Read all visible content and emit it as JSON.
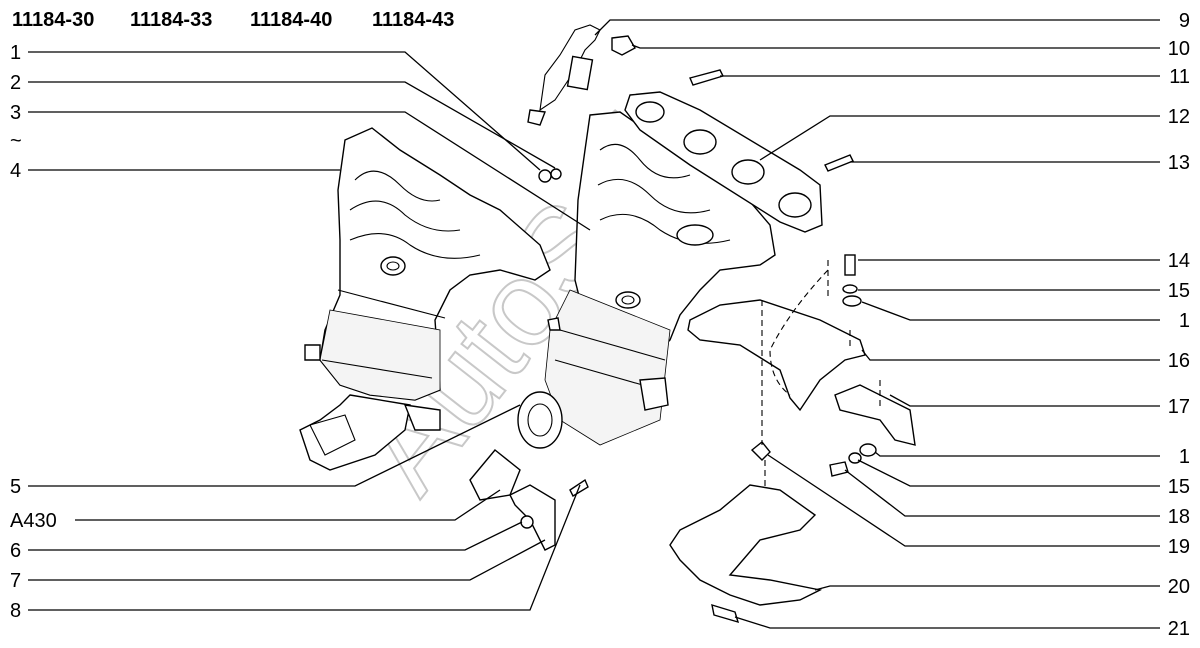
{
  "model_codes": [
    "11184-30",
    "11184-33",
    "11184-40",
    "11184-43"
  ],
  "watermark": "AutoSoft",
  "left_labels": [
    "1",
    "2",
    "3",
    "~",
    "4",
    "5",
    "A430",
    "6",
    "7",
    "8"
  ],
  "right_labels": [
    "9",
    "10",
    "11",
    "12",
    "13",
    "14",
    "15",
    "1",
    "16",
    "17",
    "1",
    "15",
    "18",
    "19",
    "20",
    "21"
  ]
}
